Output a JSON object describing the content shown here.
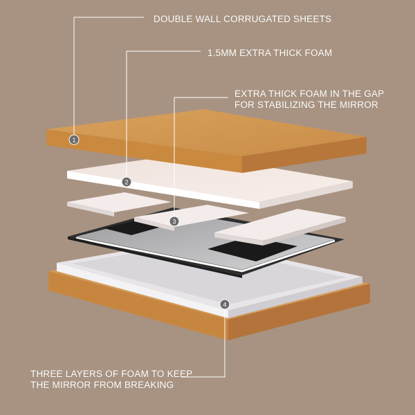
{
  "callouts": [
    {
      "number": "1",
      "lines": [
        "DOUBLE WALL CORRUGATED SHEETS"
      ]
    },
    {
      "number": "2",
      "lines": [
        "1.5MM EXTRA THICK FOAM"
      ]
    },
    {
      "number": "3",
      "lines": [
        "EXTRA THICK FOAM IN THE GAP",
        "FOR STABILIZING THE MIRROR"
      ]
    },
    {
      "number": "4",
      "lines": [
        "THREE LAYERS OF FOAM TO KEEP",
        "THE MIRROR FROM BREAKING"
      ]
    }
  ],
  "colors": {
    "background": "#a89382",
    "cardboard_top": "#d49a55",
    "cardboard_front": "#c4843f",
    "foam": "#f3e7e1",
    "mirror_frame": "#3a3a3a",
    "tray": "#e6e4e6",
    "leader_line": "#ffffff"
  }
}
